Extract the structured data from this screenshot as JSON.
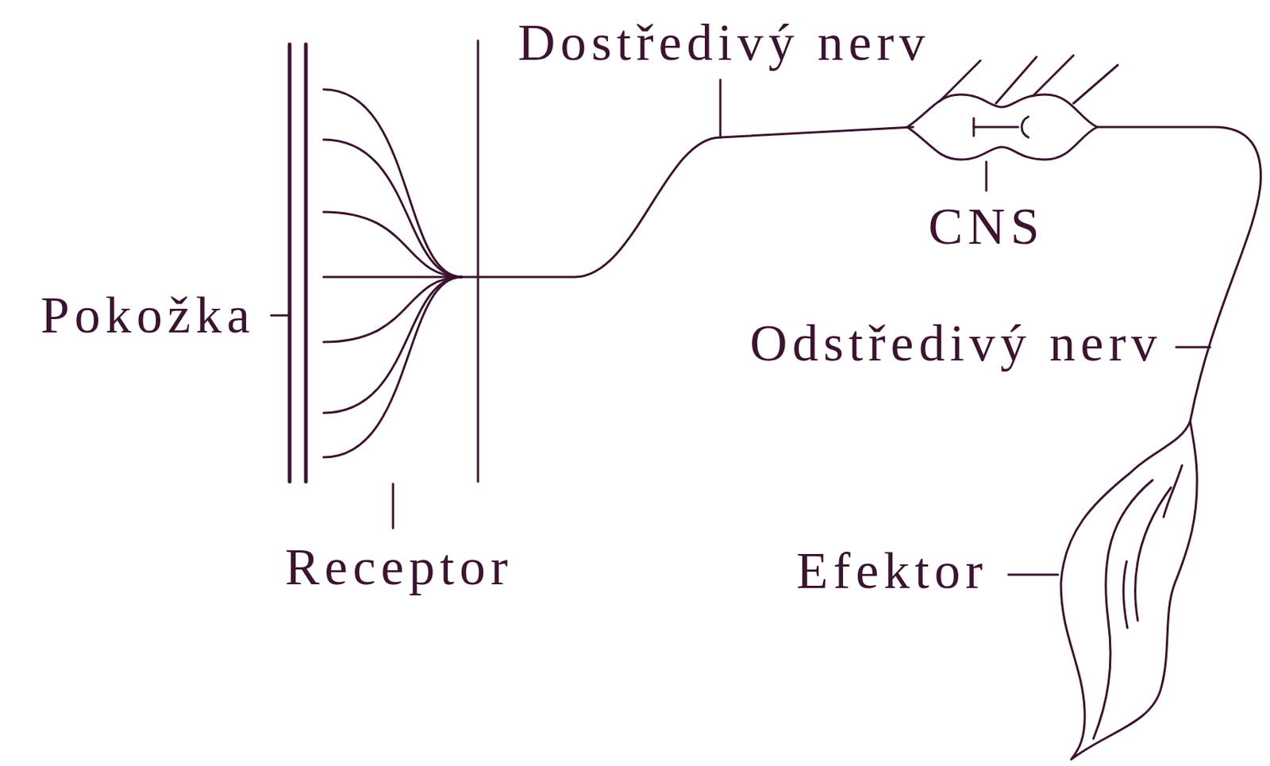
{
  "diagram": {
    "labels": [
      "Dostředivý nerv",
      "CNS",
      "Pokožka",
      "Odstředivý nerv",
      "Receptor",
      "Efektor"
    ]
  }
}
